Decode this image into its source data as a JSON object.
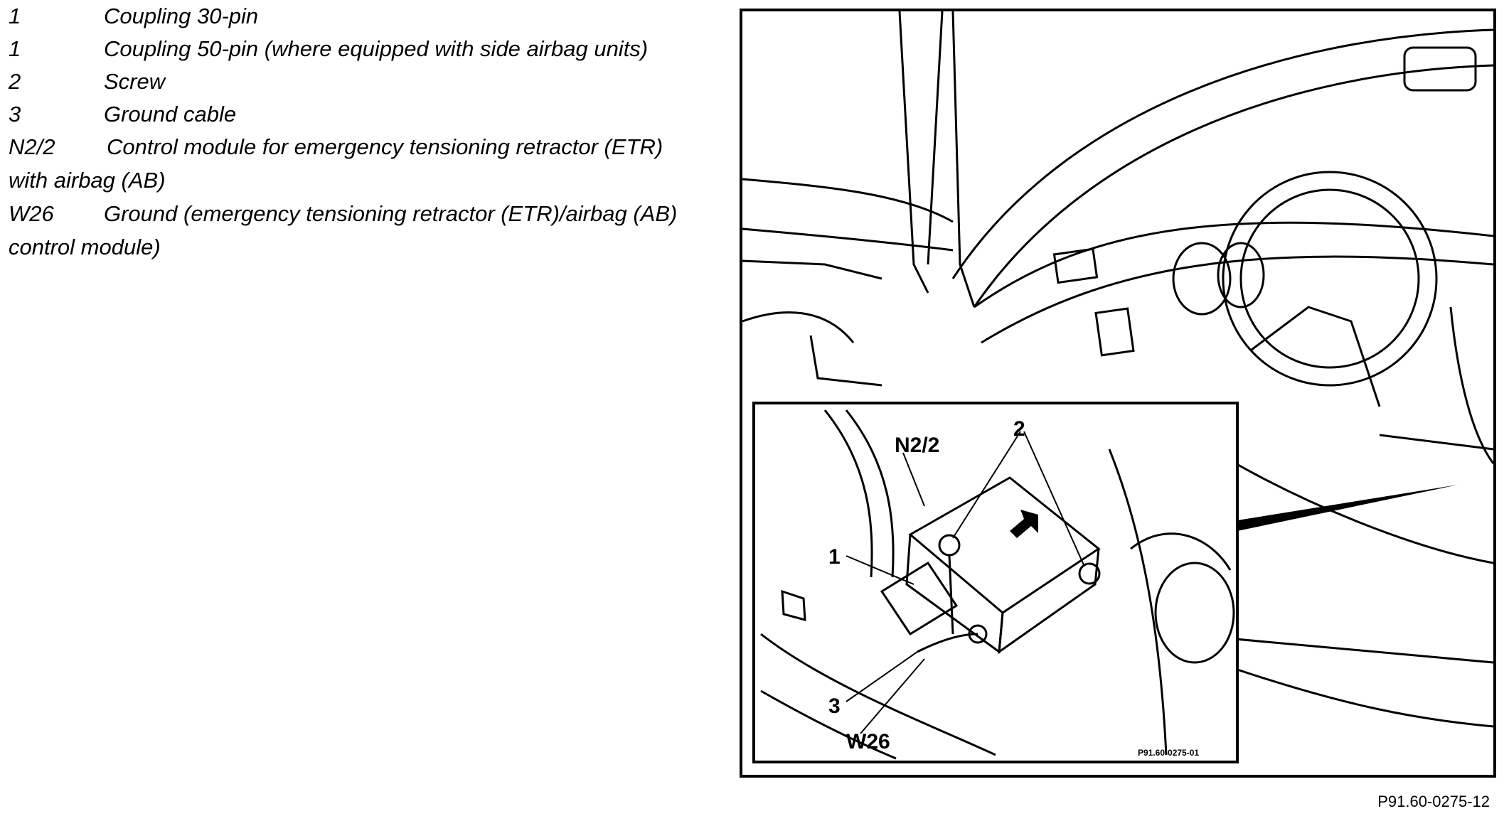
{
  "legend": [
    {
      "key": "1",
      "desc": "Coupling 30-pin"
    },
    {
      "key": "1",
      "desc": "Coupling 50-pin (where equipped with side airbag units)"
    },
    {
      "key": "2",
      "desc": "Screw"
    },
    {
      "key": "3",
      "desc": "Ground cable"
    },
    {
      "key": "N2/2",
      "desc": "Control module for emergency tensioning retractor (ETR)",
      "cont": "with airbag (AB)"
    },
    {
      "key": "W26",
      "desc": "Ground (emergency tensioning retractor (ETR)/airbag (AB)",
      "cont": "control module)"
    }
  ],
  "figure": {
    "callouts": {
      "n22": "N2/2",
      "two": "2",
      "one": "1",
      "three": "3",
      "w26": "W26"
    },
    "inset_code": "P91.60-0275-01",
    "figure_code": "P91.60-0275-12"
  }
}
